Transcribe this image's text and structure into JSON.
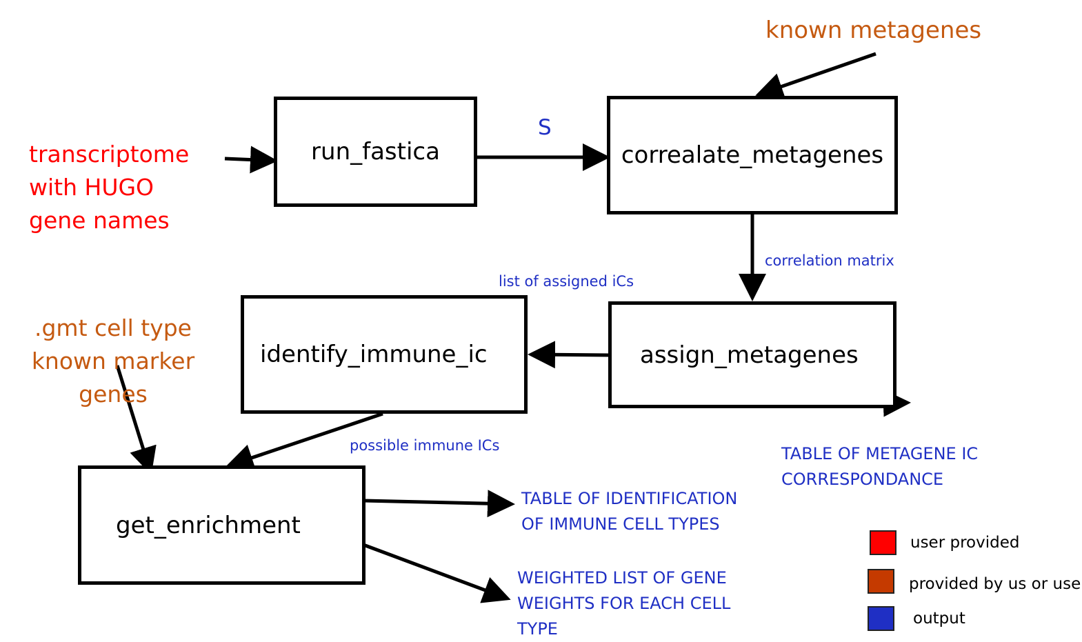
{
  "colors": {
    "user_provided": "#ff0000",
    "provided_by_us_or_user": "#c55a11",
    "output": "#1f2fc4",
    "line": "#000000"
  },
  "boxes": {
    "run_fastica": "run_fastica",
    "correlate_metagenes": "correalate_metagenes",
    "assign_metagenes": "assign_metagenes",
    "identify_immune_ic": "identify_immune_ic",
    "get_enrichment": "get_enrichment"
  },
  "inputs": {
    "transcriptome": "transcriptome\nwith HUGO\ngene names",
    "known_metagenes": "known metagenes",
    "gmt": ".gmt cell type\nknown marker\ngenes"
  },
  "edge_labels": {
    "s": "S",
    "correlation_matrix": "correlation matrix",
    "list_assigned_ics": "list of assigned iCs",
    "possible_immune_ics": "possible immune ICs"
  },
  "outputs": {
    "metagene_table": "TABLE OF METAGENE IC\nCORRESPONDANCE",
    "identification_table": "TABLE OF IDENTIFICATION\nOF IMMUNE CELL TYPES",
    "weighted_list": "WEIGHTED LIST OF GENE\nWEIGHTS FOR EACH CELL\nTYPE"
  },
  "legend": {
    "user_provided": "user provided",
    "provided_by_us_or_user": "provided by us or user",
    "output": "output"
  }
}
